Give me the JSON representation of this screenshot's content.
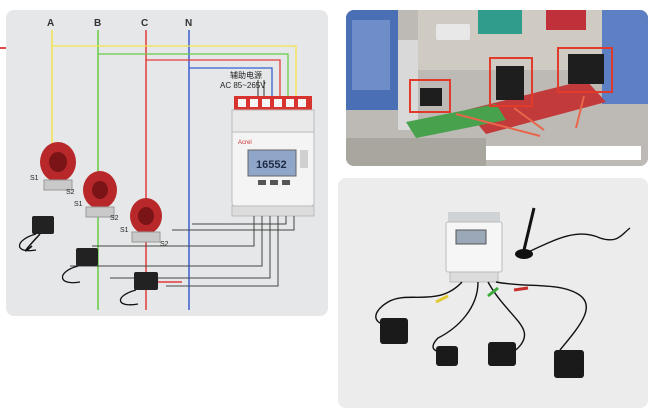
{
  "diagram": {
    "phase_labels": [
      "A",
      "B",
      "C",
      "N"
    ],
    "aux_power_label": "辅助电源",
    "aux_power_range": "AC 85~265V",
    "ct_terminal_labels": {
      "ct1": [
        "S1",
        "S2"
      ],
      "ct2": [
        "S1",
        "S2"
      ],
      "ct3": [
        "S1",
        "S2"
      ]
    },
    "meter_display": "16552",
    "meter_brand": "Acrel"
  },
  "colors": {
    "phase_a": "#f4e44b",
    "phase_b": "#66cc44",
    "phase_c": "#e23b3b",
    "neutral": "#3a5fd0",
    "ct_body": "#b8282b"
  }
}
